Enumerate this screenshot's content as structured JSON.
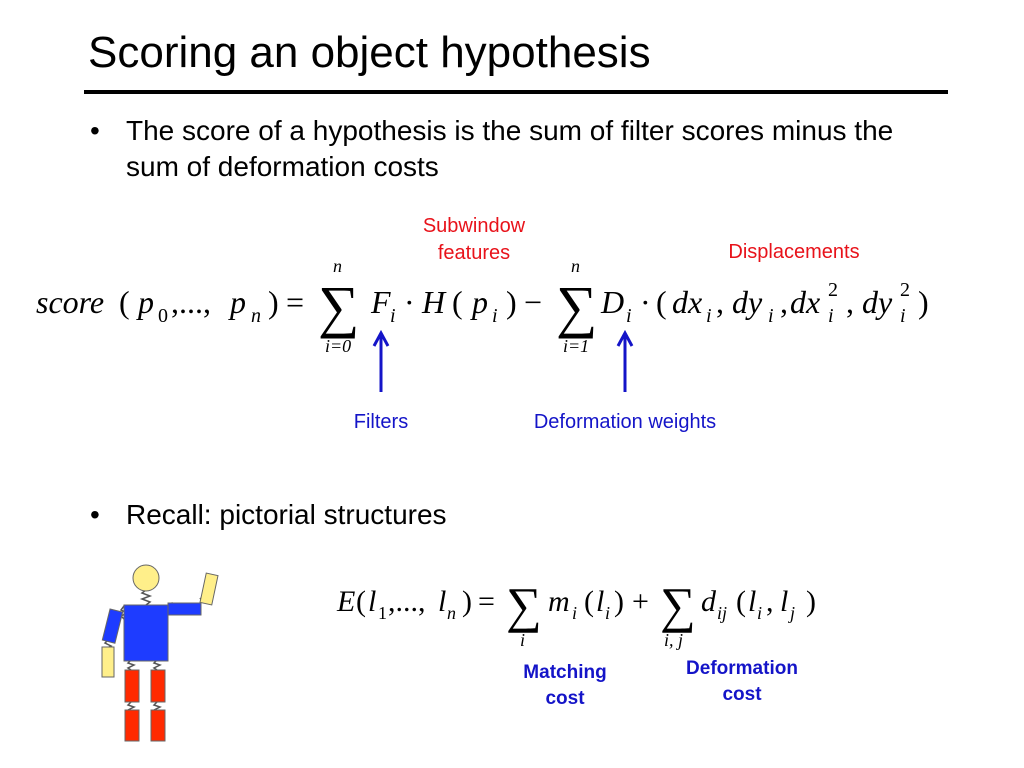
{
  "slide": {
    "title": "Scoring an object hypothesis",
    "bullets": [
      {
        "marker": "•",
        "text": "The score of a hypothesis is the sum of filter scores minus the sum of deformation costs"
      },
      {
        "marker": "•",
        "text": "Recall: pictorial structures"
      }
    ]
  },
  "equation1": {
    "lhs_fn": "score",
    "p": "p",
    "sub0": "0",
    "subn": "n",
    "dots": ",...,",
    "eq": "=",
    "sum_top": "n",
    "sum1_bottom": "i=0",
    "sum2_bottom": "i=1",
    "F": "F",
    "H": "H",
    "sub_i": "i",
    "minus": "−",
    "D": "D",
    "dx": "dx",
    "dy": "dy",
    "sq": "2",
    "dot": "·",
    "sigma": "∑"
  },
  "annotations": {
    "subwindow_line1": "Subwindow",
    "subwindow_line2": "features",
    "displacements": "Displacements",
    "filters": "Filters",
    "deformation_weights": "Deformation weights",
    "matching_line1": "Matching",
    "matching_line2": "cost",
    "deformation_line1": "Deformation",
    "deformation_line2": "cost"
  },
  "equation2": {
    "E": "E",
    "l": "l",
    "sub1": "1",
    "subn": "n",
    "dots": ",...,",
    "eq": "=",
    "m": "m",
    "d": "d",
    "sub_i": "i",
    "sub_ij": "ij",
    "sub_j": "j",
    "sum1_bottom": "i",
    "sum2_bottom": "i, j",
    "plus": "+",
    "sigma": "∑"
  },
  "colors": {
    "red_annotation": "#e8121a",
    "blue_annotation": "#1414c8",
    "figure_head": "#ffef8a",
    "figure_torso": "#1e3cff",
    "figure_legs": "#ff2a00",
    "figure_hands": "#ffef8a"
  }
}
